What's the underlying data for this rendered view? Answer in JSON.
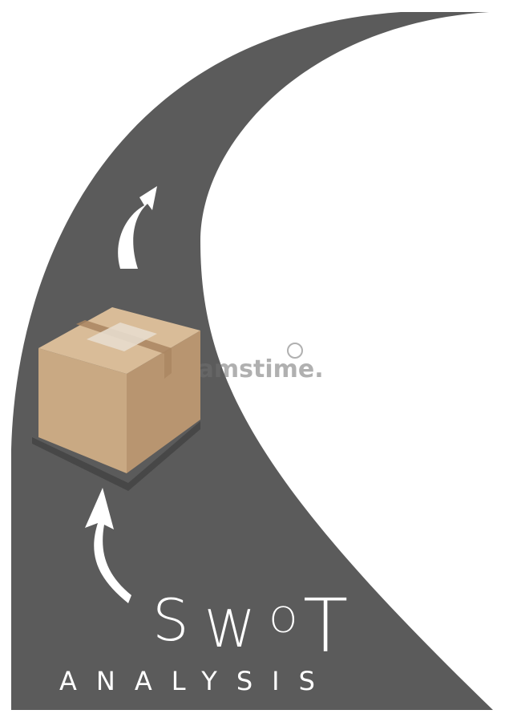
{
  "title": {
    "letters": [
      "S",
      "W",
      "O",
      "T"
    ],
    "subtitle": "ANALYSIS"
  },
  "watermark": "dreamstime.",
  "icons": {
    "road": "curved-road",
    "box": "cardboard-box",
    "arrow_upper": "curved-arrow-up",
    "arrow_lower": "curved-arrow-up"
  },
  "colors": {
    "road": "#5b5b5b",
    "background": "#ffffff",
    "box_front": "#c9a983",
    "box_side": "#b89570",
    "box_top": "#d9bc98",
    "tape": "#a98560",
    "arrow": "#ffffff",
    "text": "#ffffff"
  }
}
